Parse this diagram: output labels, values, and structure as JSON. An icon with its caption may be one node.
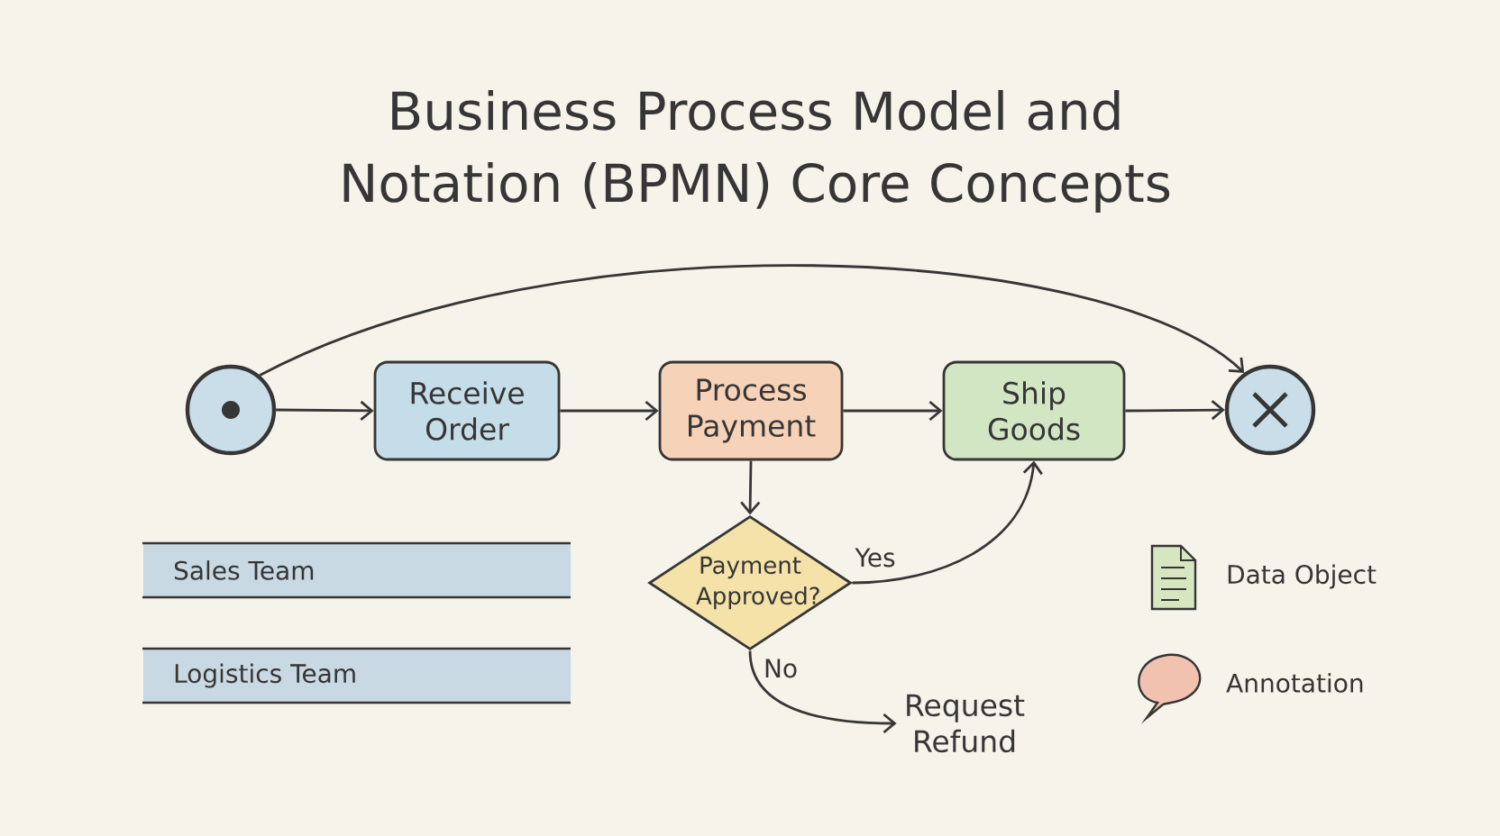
{
  "diagram": {
    "title": "Business Process Model and Notation (BPMN) Core Concepts",
    "nodes": [
      {
        "text": [],
        "shape": "circle"
      },
      {
        "text": [
          "Receive Order"
        ]
      },
      {
        "text": [
          "Process Payment"
        ]
      },
      {
        "text": [
          "Ship Goods"
        ]
      },
      {
        "text": [],
        "shape": "circle"
      },
      {
        "text": [
          "Payment Approved?"
        ]
      },
      {
        "text": [
          "Request Refund"
        ]
      },
      {
        "text": [
          "Sales Team"
        ]
      },
      {
        "text": [
          "Logistics Team"
        ]
      }
    ],
    "edges": [
      {
        "from": 0,
        "to": 1,
        "arrow": "to"
      },
      {
        "from": 1,
        "to": 2,
        "arrow": "to"
      },
      {
        "from": 2,
        "to": 3,
        "arrow": "to"
      },
      {
        "from": 3,
        "to": 4,
        "arrow": "to"
      },
      {
        "from": 0,
        "to": 4,
        "arrow": "to"
      },
      {
        "from": 2,
        "to": 5,
        "arrow": "to"
      },
      {
        "from": 5,
        "to": 3,
        "arrow": "to",
        "label": "Yes"
      },
      {
        "from": 5,
        "to": 6,
        "arrow": "to",
        "label": "No"
      }
    ],
    "legend": [
      {
        "text": "Data Object"
      },
      {
        "text": "Annotation"
      }
    ]
  }
}
